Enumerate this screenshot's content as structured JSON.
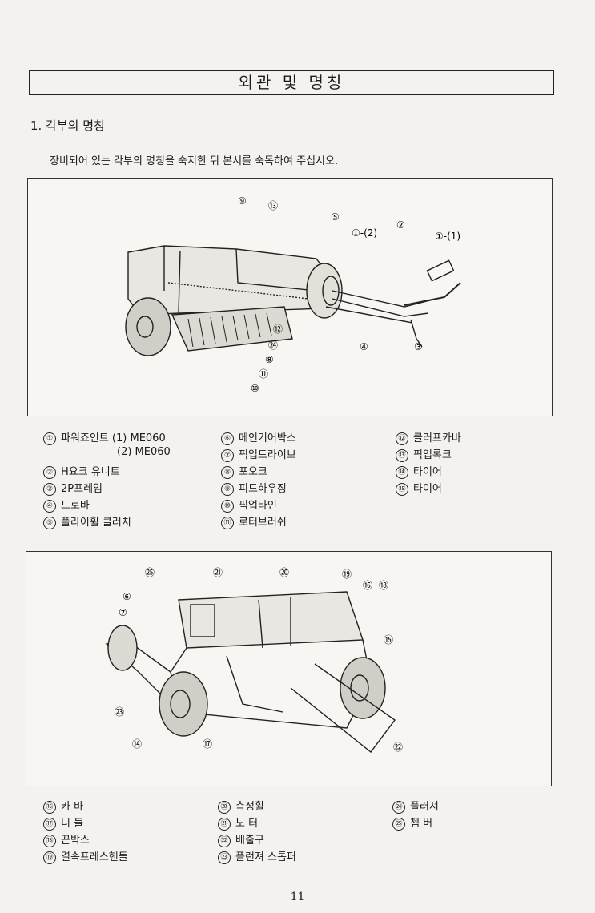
{
  "title": "외관 및 명칭",
  "section_heading": "1. 각부의 명칭",
  "intro": "장비되어 있는 각부의 명칭을 숙지한 뒤 본서를 숙독하여 주십시오.",
  "figure1_callouts": [
    "⑨",
    "⑬",
    "⑤",
    "①-(2)",
    "②",
    "①-(1)",
    "⑫",
    "㉔",
    "⑧",
    "⑪",
    "⑩",
    "④",
    "③"
  ],
  "legend1": [
    [
      "①",
      "파워죠인트 (1) ME060"
    ],
    [
      "",
      "(2) ME060"
    ],
    [
      "②",
      "H요크 유니트"
    ],
    [
      "③",
      "2P프레임"
    ],
    [
      "④",
      "드로바"
    ],
    [
      "⑤",
      "플라이휠 클러치"
    ],
    [
      "⑥",
      "메인기어박스"
    ],
    [
      "⑦",
      "픽업드라이브"
    ],
    [
      "⑧",
      "포오크"
    ],
    [
      "⑨",
      "피드하우징"
    ],
    [
      "⑩",
      "픽업타인"
    ],
    [
      "⑪",
      "로터브러쉬"
    ],
    [
      "⑫",
      "클러프카바"
    ],
    [
      "⑬",
      "픽업록크"
    ],
    [
      "⑭",
      "타이어"
    ],
    [
      "⑮",
      "타이어"
    ]
  ],
  "figure2_callouts": [
    "㉕",
    "㉑",
    "⑳",
    "⑲",
    "⑯",
    "⑱",
    "⑥",
    "⑦",
    "⑮",
    "㉓",
    "⑭",
    "⑰",
    "㉒"
  ],
  "legend2": [
    [
      "⑯",
      "카 바"
    ],
    [
      "⑰",
      "니 들"
    ],
    [
      "⑱",
      "끈박스"
    ],
    [
      "⑲",
      "결속프레스핸들"
    ],
    [
      "⑳",
      "측정휠"
    ],
    [
      "㉑",
      "노 터"
    ],
    [
      "㉒",
      "배출구"
    ],
    [
      "㉓",
      "플런져 스톱퍼"
    ],
    [
      "㉔",
      "플러져"
    ],
    [
      "㉕",
      "쳄 버"
    ]
  ],
  "page_number": "11"
}
